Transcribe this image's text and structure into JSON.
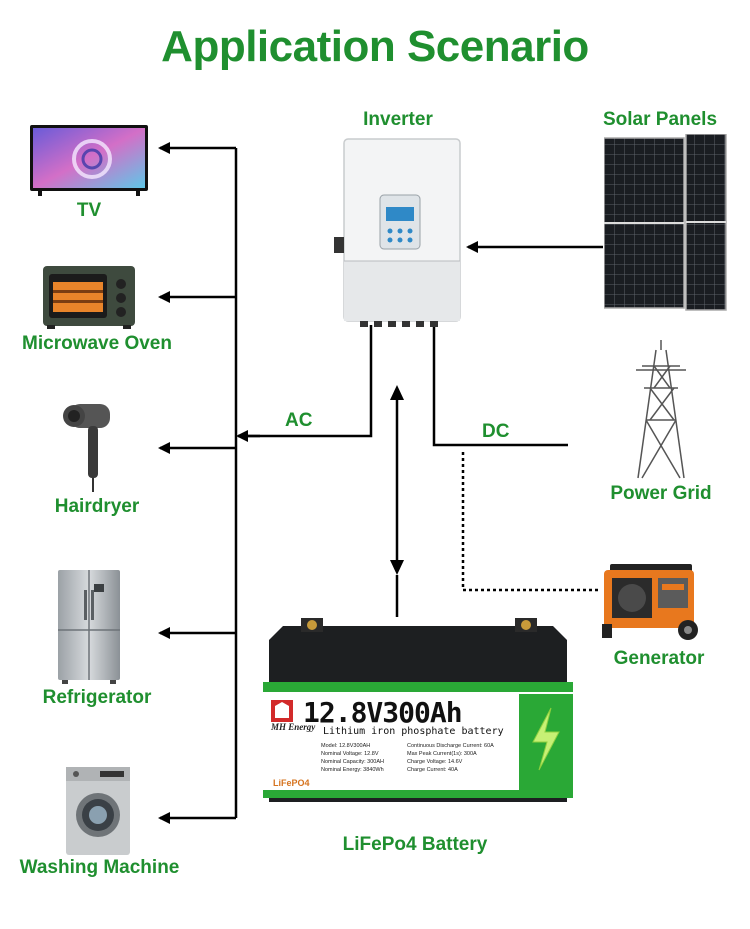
{
  "title": "Application Scenario",
  "appliances": [
    {
      "label": "TV"
    },
    {
      "label": "Microwave Oven"
    },
    {
      "label": "Hairdryer"
    },
    {
      "label": "Refrigerator"
    },
    {
      "label": "Washing Machine"
    }
  ],
  "sources": {
    "inverter": "Inverter",
    "solar": "Solar Panels",
    "grid": "Power Grid",
    "generator": "Generator"
  },
  "wires": {
    "ac": "AC",
    "dc": "DC"
  },
  "battery": {
    "caption": "LiFePo4 Battery",
    "brand": "MH Energy",
    "model_text": "12.8V300Ah",
    "type_text": "Lithium iron phosphate battery",
    "chem_badge": "LiFePO4",
    "specs_left": [
      "Model: 12.8V300AH",
      "Nominal Voltage: 12.8V",
      "Nominal Capacity: 300AH",
      "Nominal Energy: 3840Wh"
    ],
    "specs_right": [
      "Continuous Discharge Current: 60A",
      "Max Peak Current(1s): 300A",
      "Charge Voltage: 14.6V",
      "Charge Current: 40A"
    ]
  },
  "colors": {
    "accent_green": "#1f8f2f",
    "battery_green": "#2aa836",
    "wire": "#000000"
  }
}
